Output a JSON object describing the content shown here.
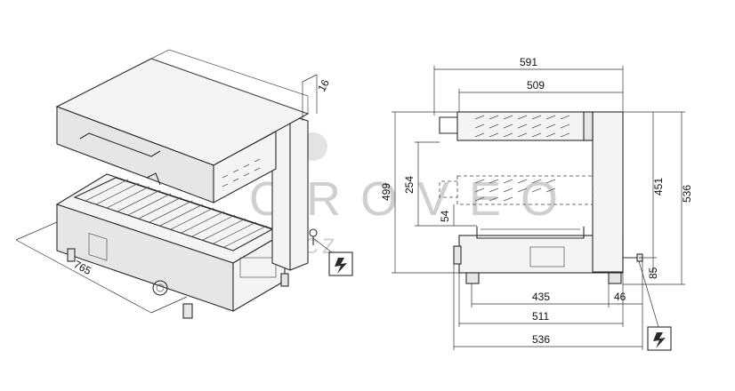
{
  "watermark": {
    "brand": "OROVEO",
    "suffix": ".CZ"
  },
  "iso_view": {
    "dim_width": "765",
    "dim_panel": "16"
  },
  "side_view": {
    "dim_overall_depth": "591",
    "dim_hood_depth": "509",
    "dim_total_height": "499",
    "dim_lift_travel": "254",
    "dim_min_clearance": "54",
    "dim_column_height": "451",
    "dim_max_height": "536",
    "dim_cable_height": "85",
    "dim_feet_spacing": "435",
    "dim_cable_offset": "46",
    "dim_base_depth": "511",
    "dim_base_depth_total": "536"
  },
  "colors": {
    "line": "#2b2b2b",
    "watermark": "#cfcfcf"
  },
  "icons": [
    "electric-connection-icon",
    "electric-connection-icon"
  ]
}
